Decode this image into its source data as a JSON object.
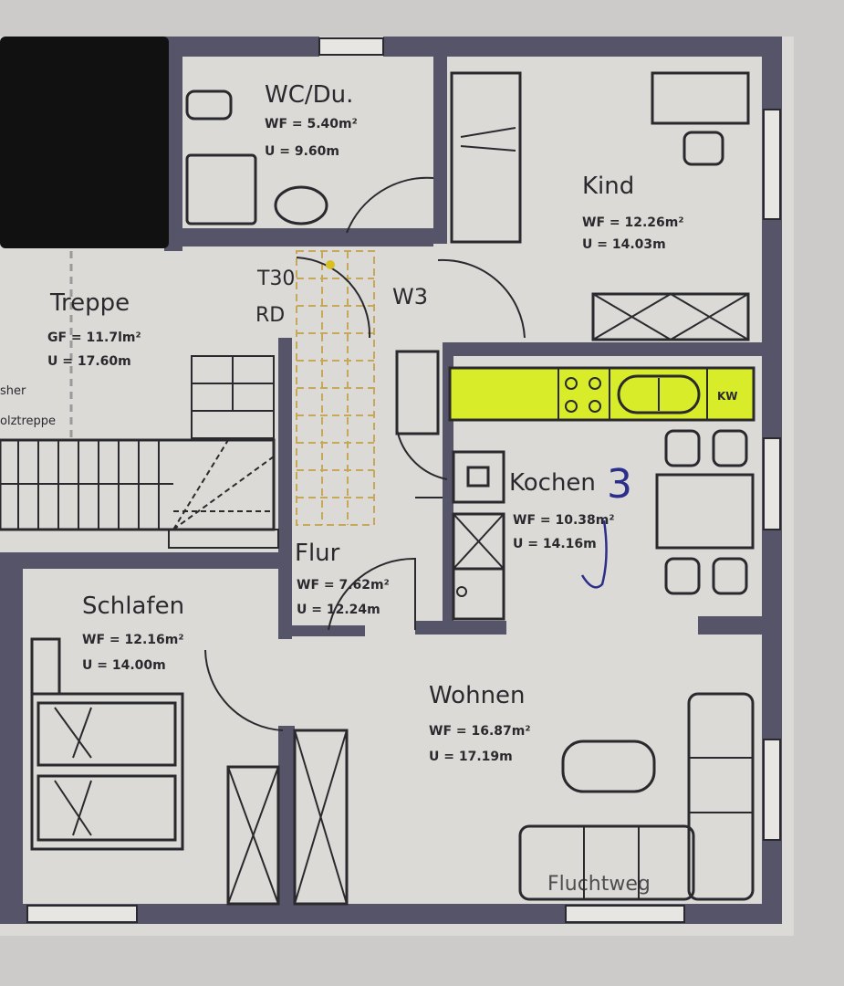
{
  "plan": {
    "rooms": [
      {
        "name": "WC/Du.",
        "area": "WF = 5.40m²",
        "perimeter": "U = 9.60m"
      },
      {
        "name": "Kind",
        "area": "WF = 12.26m²",
        "perimeter": "U = 14.03m"
      },
      {
        "name": "Treppe",
        "area": "GF = 11.7lm²",
        "perimeter": "U = 17.60m"
      },
      {
        "name": "Kochen",
        "area": "WF = 10.38m²",
        "perimeter": "U = 14.16m"
      },
      {
        "name": "Flur",
        "area": "WF = 7.62m²",
        "perimeter": "U = 12.24m"
      },
      {
        "name": "Schlafen",
        "area": "WF = 12.16m²",
        "perimeter": "U = 14.00m"
      },
      {
        "name": "Wohnen",
        "area": "WF = 16.87m²",
        "perimeter": "U = 17.19m"
      }
    ],
    "door_label": {
      "line1": "T30",
      "line2": "RD"
    },
    "window_label": "W3",
    "stair_note": {
      "line1": "sher",
      "line2": "olztreppe"
    },
    "escape_route": "Fluchtweg",
    "fridge_label": "KW",
    "handwritten_mark": "3",
    "colors": {
      "wall": "#565468",
      "paper": "#dcdad7",
      "highlight": "#d8ec2a",
      "ink": "#2b2f8a",
      "redaction": "#111111"
    }
  }
}
